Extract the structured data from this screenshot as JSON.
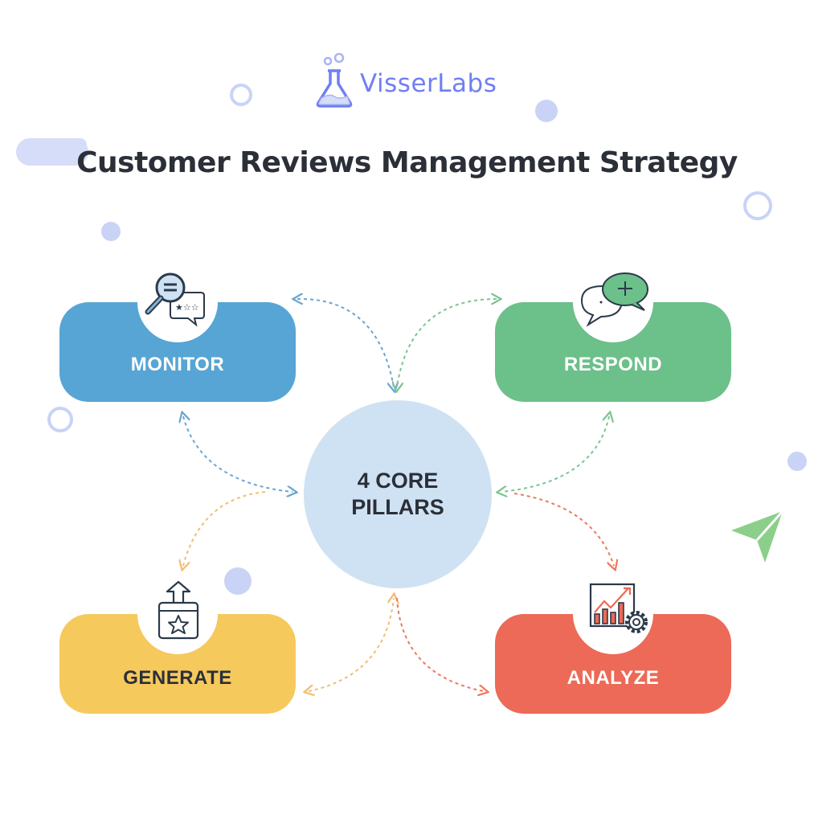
{
  "brand": {
    "name": "VisserLabs",
    "color": "#6f7ff2",
    "icon": "flask-icon"
  },
  "title": "Customer Reviews Management Strategy",
  "center": {
    "line1": "4 CORE",
    "line2": "PILLARS",
    "color": "#cfe2f3"
  },
  "pillars": [
    {
      "label": "MONITOR",
      "color": "#57a5d4",
      "text_color": "#ffffff",
      "icon": "magnifier-review-icon"
    },
    {
      "label": "RESPOND",
      "color": "#6cc08a",
      "text_color": "#ffffff",
      "icon": "chat-bubbles-plus-icon"
    },
    {
      "label": "GENERATE",
      "color": "#f6c95d",
      "text_color": "#2b2f38",
      "icon": "box-star-upload-icon"
    },
    {
      "label": "ANALYZE",
      "color": "#ec6a57",
      "text_color": "#ffffff",
      "icon": "chart-gear-icon"
    }
  ],
  "decor": {
    "dot_color": "#c9d3f6",
    "send_icon_color": "#8ccf8a"
  }
}
